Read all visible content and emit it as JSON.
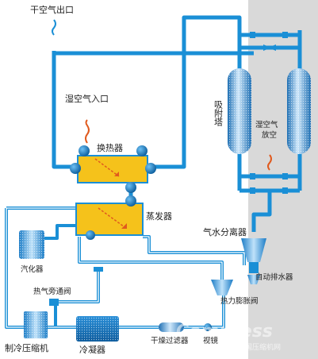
{
  "labels": {
    "dry_air_outlet": "干空气出口",
    "wet_air_inlet": "湿空气入口",
    "heat_exchanger": "换热器",
    "evaporator": "蒸发器",
    "adsorption_tower": "吸附塔",
    "wet_air_vent_line1": "湿空气",
    "wet_air_vent_line2": "放空",
    "water_separator": "气水分离器",
    "auto_drain": "自动排水器",
    "vaporizer": "汽化器",
    "hot_gas_bypass_valve": "热气旁通阀",
    "expansion_valve": "热力膨胀阀",
    "compressor": "制冷压缩机",
    "condenser": "冷凝器",
    "dryer_filter": "干燥过滤器",
    "sight_glass": "视镜",
    "watermark": "Comrpess",
    "watermark_sub": "中国压缩机网"
  },
  "colors": {
    "pipe_blue": "#1a8fd6",
    "pipe_light": "#9fd0ef",
    "exchanger_yellow": "#f5c21b",
    "background_grey": "#d9d9d9",
    "steam_red": "#e05a1e"
  }
}
